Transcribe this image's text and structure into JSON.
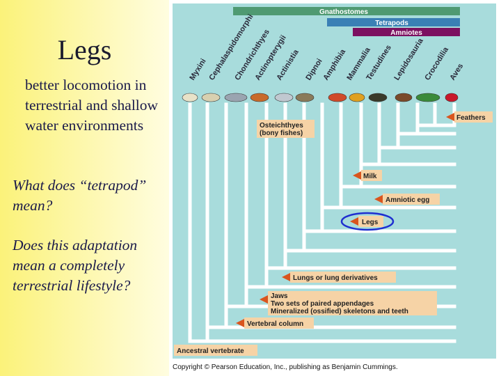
{
  "slide": {
    "title": "Legs",
    "body": "better locomotion in terrestrial and shallow water environments",
    "question1": "What does “tetrapod” mean?",
    "question2": "Does this adaptation mean a completely terrestrial lifestyle?",
    "copyright": "Copyright © Pearson Education, Inc., publishing as Benjamin Cummings."
  },
  "diagram": {
    "colors": {
      "panel": "#a8dcdc",
      "gnathostomes": "#4f9a72",
      "tetrapods": "#3a80b5",
      "amniotes": "#7c1060",
      "label_box": "#f6d3a6",
      "arrow": "#d9551e",
      "line": "#ffffff",
      "highlight": "#1f2fd0"
    },
    "bars": {
      "gnathostomes": "Gnathostomes",
      "tetrapods": "Tetrapods",
      "amniotes": "Amniotes"
    },
    "taxa": [
      "Myxini",
      "Cephalaspidomorphi",
      "Chondrichthyes",
      "Actinopterygii",
      "Actinistia",
      "Dipnoi",
      "Amphibia",
      "Mammalia",
      "Testudines",
      "Lepidosauria",
      "Crocodilia",
      "Aves"
    ],
    "group_label": {
      "line1": "Osteichthyes",
      "line2": "(bony fishes)"
    },
    "characters": {
      "feathers": "Feathers",
      "milk": "Milk",
      "amniotic_egg": "Amniotic egg",
      "legs": "Legs",
      "lungs": "Lungs or lung derivatives",
      "jaws_line1": "Jaws",
      "jaws_line2": "Two sets of paired appendages",
      "jaws_line3": "Mineralized (ossified) skeletons and teeth",
      "vertebral_column": "Vertebral column",
      "ancestral_vertebrate": "Ancestral vertebrate"
    }
  }
}
